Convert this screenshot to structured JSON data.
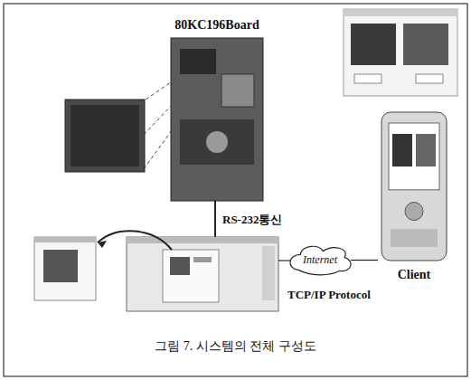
{
  "diagram": {
    "caption": "그림 7. 시스템의 전체 구성도",
    "nodes": [
      {
        "text": [
          "80KC196Board"
        ]
      },
      {
        "text": [
          "Internet"
        ]
      },
      {
        "text": [
          "Client"
        ]
      }
    ],
    "edges": [
      {
        "from": 1,
        "to": 2,
        "arrow": "none"
      }
    ],
    "labels": [
      "RS-232통신",
      "TCP/IP Protocol"
    ]
  }
}
